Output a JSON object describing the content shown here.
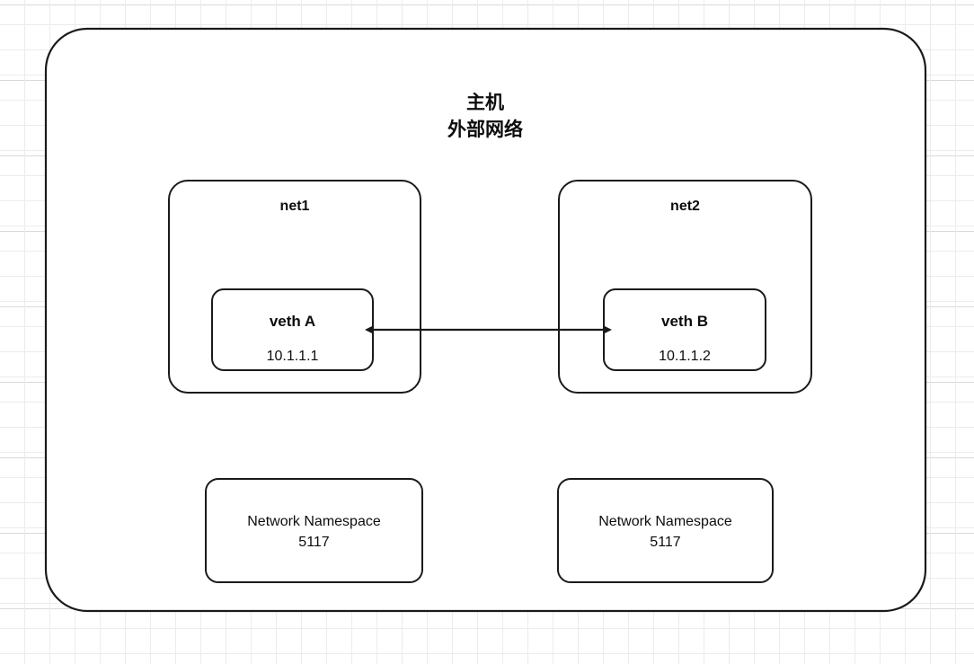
{
  "diagram": {
    "host": {
      "title_line1": "主机",
      "title_line2": "外部网络"
    },
    "networks": [
      {
        "label": "net1",
        "veth": {
          "name": "veth A",
          "ip": "10.1.1.1"
        }
      },
      {
        "label": "net2",
        "veth": {
          "name": "veth B",
          "ip": "10.1.1.2"
        }
      }
    ],
    "namespaces": [
      {
        "line1": "Network Namespace",
        "line2": "5117"
      },
      {
        "line1": "Network Namespace",
        "line2": "5117"
      }
    ],
    "connector": {
      "type": "double-headed-arrow",
      "from": "veth A",
      "to": "veth B"
    },
    "colors": {
      "stroke": "#1a1a1a",
      "fill": "#ffffff",
      "text": "#0d0d0d",
      "grid_minor": "#ececec",
      "grid_major": "#d9d9d9"
    }
  }
}
